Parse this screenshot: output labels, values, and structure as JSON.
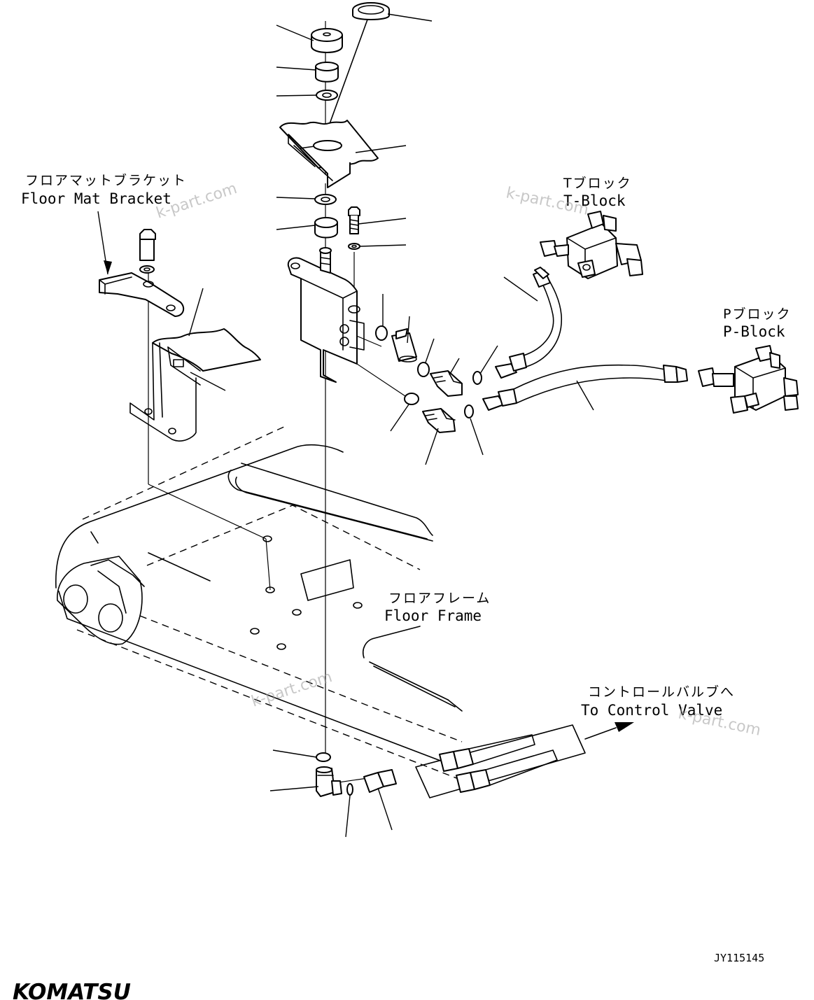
{
  "labels": {
    "floor_mat_bracket_jp": "フロアマットブラケット",
    "floor_mat_bracket_en": "Floor Mat Bracket",
    "t_block_jp": "Tブロック",
    "t_block_en": "T-Block",
    "p_block_jp": "Pブロック",
    "p_block_en": "P-Block",
    "floor_frame_jp": "フロアフレーム",
    "floor_frame_en": "Floor Frame",
    "control_valve_jp": "コントロールバルブへ",
    "control_valve_en": "To Control Valve"
  },
  "watermark": "k-part.com",
  "drawing_code": "JY115145",
  "brand": "KOMATSU"
}
